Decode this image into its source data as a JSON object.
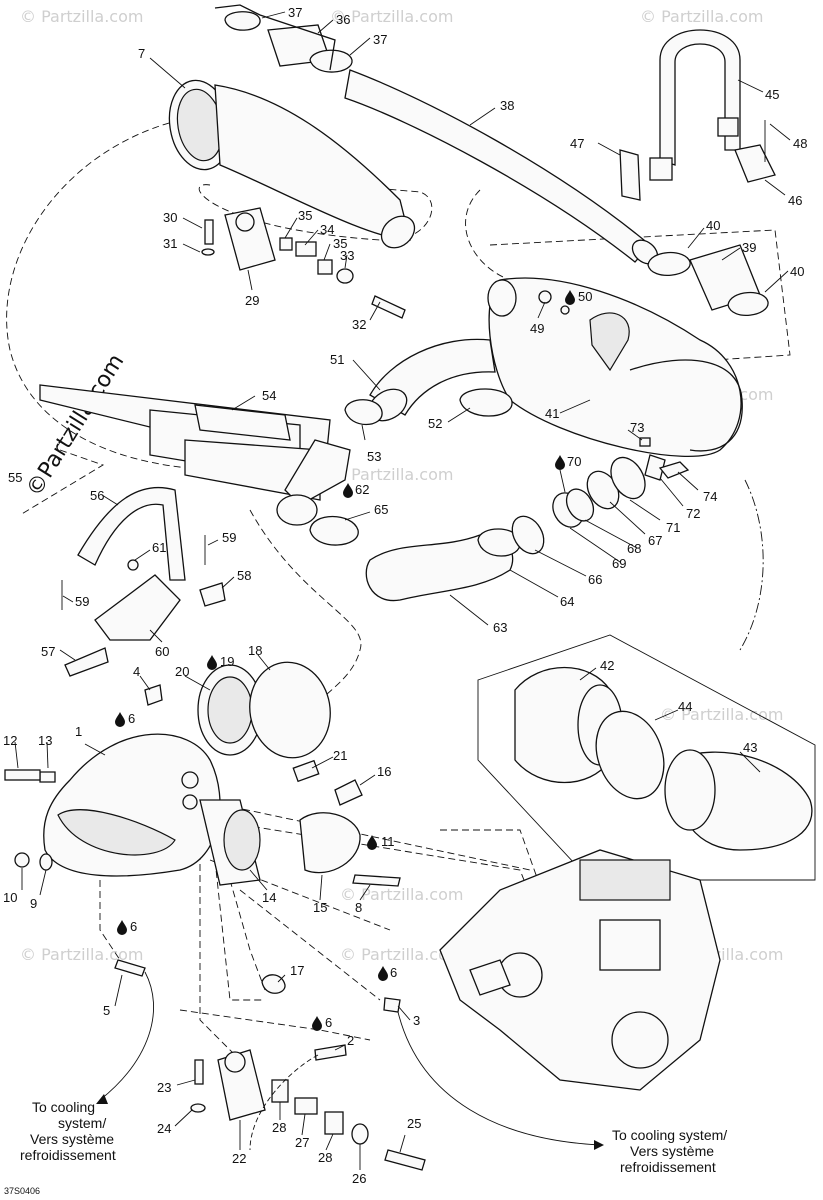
{
  "watermark": {
    "brand": "©Partzilla.com",
    "faint": "© Partzilla.com"
  },
  "drawing_code": "37S0406",
  "notes": {
    "left_line1": "To cooling",
    "left_line2": "system/",
    "left_line3": "Vers système",
    "left_line4": "refroidissement",
    "right_line1": "To cooling system/",
    "right_line2": "Vers système",
    "right_line3": "refroidissement"
  },
  "labels": {
    "l37a": "37",
    "l36": "36",
    "l37b": "37",
    "l7": "7",
    "l38": "38",
    "l45": "45",
    "l48": "48",
    "l47": "47",
    "l46": "46",
    "l40a": "40",
    "l39": "39",
    "l40b": "40",
    "l30": "30",
    "l31": "31",
    "l35a": "35",
    "l34": "34",
    "l35b": "35",
    "l33": "33",
    "l29": "29",
    "l32": "32",
    "l50": "50",
    "l49": "49",
    "l51": "51",
    "l41": "41",
    "l52": "52",
    "l54": "54",
    "l73": "73",
    "l53": "53",
    "l70": "70",
    "l55": "55",
    "l62": "62",
    "l74": "74",
    "l56": "56",
    "l72": "72",
    "l65": "65",
    "l71": "71",
    "l67": "67",
    "l61": "61",
    "l59a": "59",
    "l68": "68",
    "l69": "69",
    "l58": "58",
    "l66": "66",
    "l59b": "59",
    "l64": "64",
    "l57": "57",
    "l60": "60",
    "l63": "63",
    "l42": "42",
    "l4": "4",
    "l20": "20",
    "l19": "19",
    "l18": "18",
    "l6a": "6",
    "l44": "44",
    "l12": "12",
    "l13": "13",
    "l1": "1",
    "l43": "43",
    "l21": "21",
    "l16": "16",
    "l11": "11",
    "l10": "10",
    "l9": "9",
    "l14": "14",
    "l15": "15",
    "l8": "8",
    "l6b": "6",
    "l5": "5",
    "l17": "17",
    "l6c": "6",
    "l3": "3",
    "l6d": "6",
    "l2": "2",
    "l23": "23",
    "l24": "24",
    "l28a": "28",
    "l27": "27",
    "l28b": "28",
    "l25": "25",
    "l22": "22",
    "l26": "26"
  }
}
